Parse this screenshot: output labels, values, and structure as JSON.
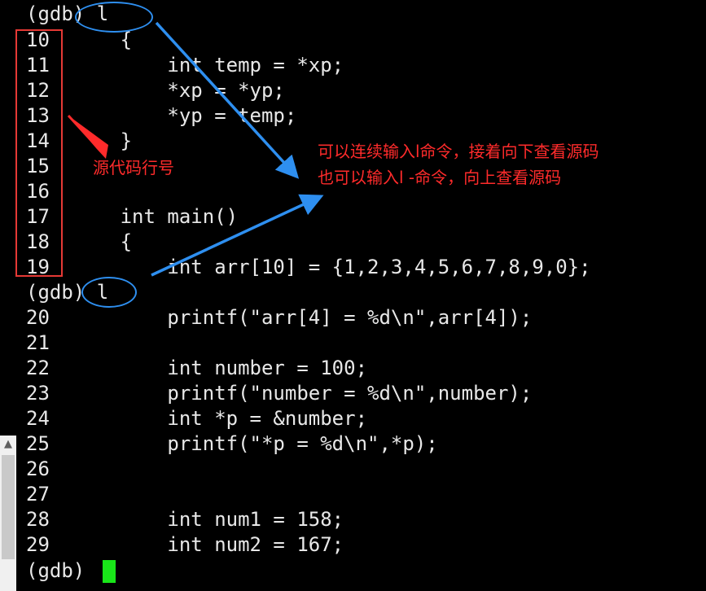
{
  "terminal": {
    "lines": [
      "(gdb) l",
      "10\t    {",
      "11\t        int temp = *xp;",
      "12\t        *xp = *yp;",
      "13\t        *yp = temp;",
      "14\t    }",
      "15",
      "16",
      "17\t    int main()",
      "18\t    {",
      "19\t        int arr[10] = {1,2,3,4,5,6,7,8,9,0};",
      "(gdb) l",
      "20\t        printf(\"arr[4] = %d\\n\",arr[4]);",
      "21",
      "22\t        int number = 100;",
      "23\t        printf(\"number = %d\\n\",number);",
      "24\t        int *p = &number;",
      "25\t        printf(\"*p = %d\\n\",*p);",
      "26",
      "27",
      "28\t        int num1 = 158;",
      "29\t        int num2 = 167;",
      "(gdb) "
    ]
  },
  "annotations": {
    "line_numbers_label": "源代码行号",
    "note_line1": "可以连续输入l命令，接着向下查看源码",
    "note_line2": "也可以输入l -命令，向上查看源码"
  },
  "colors": {
    "background": "#000000",
    "text": "#e8e8e8",
    "cursor": "#19e619",
    "annotation_red": "#ff2b2b",
    "annotation_blue": "#2e8ff0"
  },
  "icons": {
    "scroll_up": "chevron-up-icon"
  }
}
